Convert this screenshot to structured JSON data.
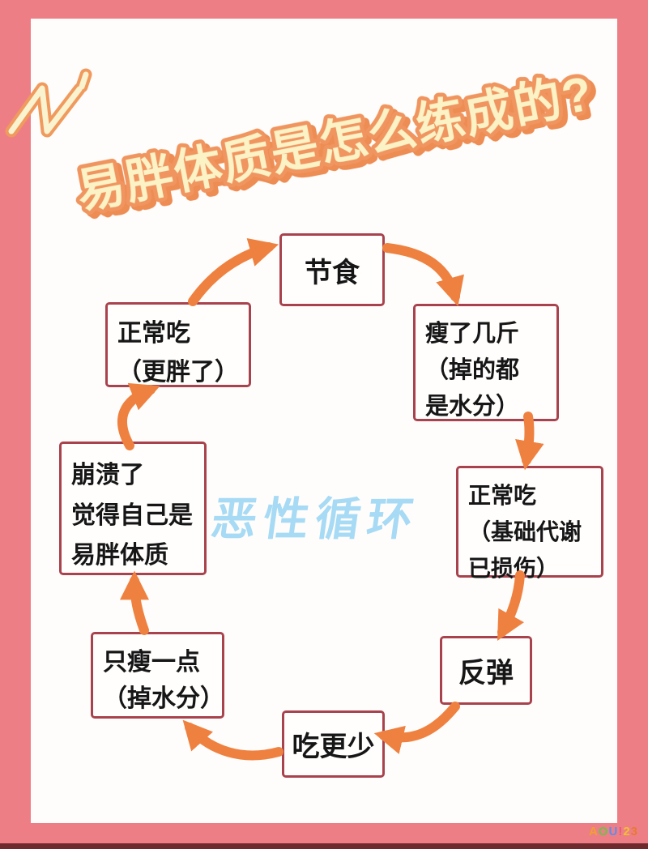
{
  "header": {
    "title": "易胖体质是怎么练成的?"
  },
  "center": {
    "label": "恶性循环"
  },
  "cycle": {
    "nodes": [
      {
        "id": "diet",
        "text": "节食"
      },
      {
        "id": "lost-few-pounds",
        "text": "瘦了几斤\n（掉的都\n是水分）"
      },
      {
        "id": "eat-normal-damaged",
        "text": "正常吃\n（基础代谢\n已损伤）"
      },
      {
        "id": "rebound",
        "text": "反弹"
      },
      {
        "id": "eat-even-less",
        "text": "吃更少"
      },
      {
        "id": "lose-little-water",
        "text": "只瘦一点\n（掉水分）"
      },
      {
        "id": "breakdown",
        "text": "崩溃了\n觉得自己是\n易胖体质"
      },
      {
        "id": "eat-normal-fatter",
        "text": "正常吃\n（更胖了）"
      }
    ]
  },
  "watermark": {
    "text": "AOU!23",
    "colors": [
      "#f0a030",
      "#6cc24a",
      "#5b8def",
      "#e85a7a",
      "#f0c030",
      "#e87a30"
    ]
  },
  "colors": {
    "frame_pink": "#ee7e86",
    "card_white": "#fefdfb",
    "box_border": "#a8434e",
    "arrow_orange": "#ef8140",
    "title_fill": "#fbf2c6",
    "title_outline": "#f0955e",
    "center_blue": "#a7daf4",
    "bottom_bar": "#6f2a2e"
  }
}
